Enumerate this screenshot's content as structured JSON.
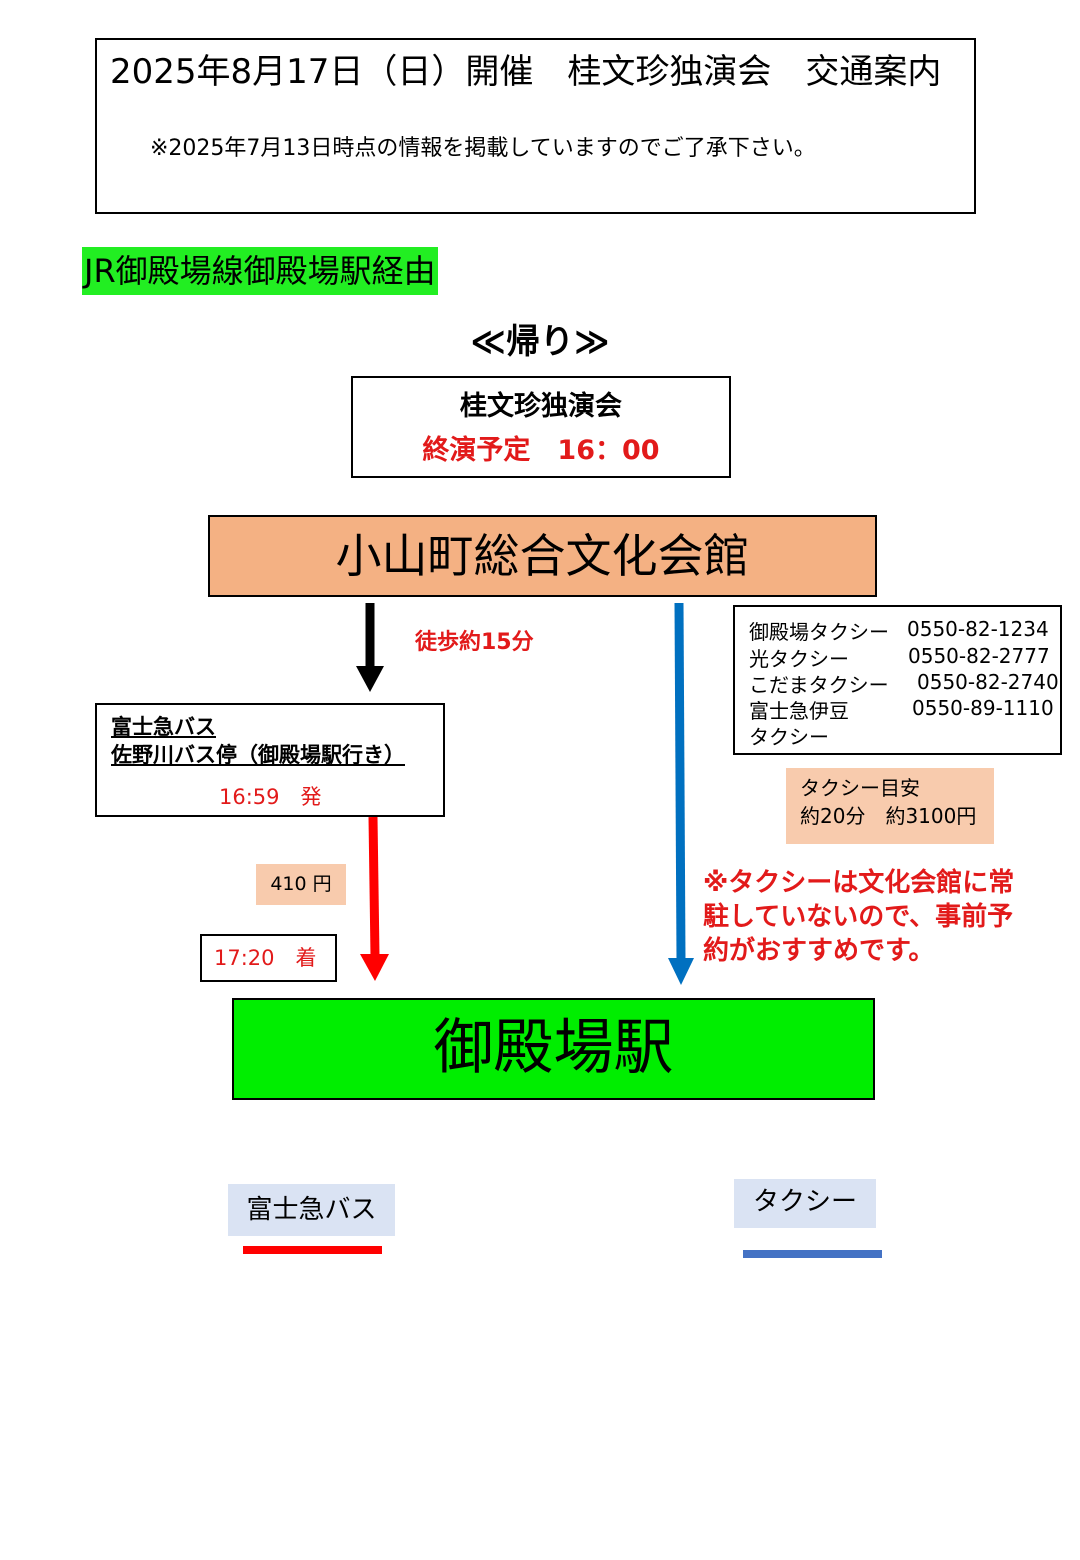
{
  "header": {
    "title": "2025年8月17日（日）開催　桂文珍独演会　交通案内",
    "note": "※2025年7月13日時点の情報を掲載していますのでご了承下さい。"
  },
  "route_label": "JR御殿場線御殿場駅経由",
  "section_heading": "≪帰り≫",
  "event": {
    "name": "桂文珍独演会",
    "end_time": "終演予定　16：00"
  },
  "venue": "小山町総合文化会館",
  "walk": "徒歩約15分",
  "bus": {
    "company": "富士急バス",
    "stop": "佐野川バス停（御殿場駅行き）",
    "depart": "16:59　発",
    "fare": "410 円",
    "arrive": "17:20　着"
  },
  "taxi": {
    "companies": [
      {
        "name": "御殿場タクシー",
        "phone": "0550-82-1234"
      },
      {
        "name": "光タクシー",
        "phone": "0550-82-2777"
      },
      {
        "name": "こだまタクシー",
        "phone": "0550-82-2740"
      },
      {
        "name": "富士急伊豆",
        "phone": "0550-89-1110"
      },
      {
        "name": "タクシー",
        "phone": ""
      }
    ],
    "estimate_title": "タクシー目安",
    "estimate_value": "約20分　約3100円",
    "warning": "※タクシーは文化会館に常駐していないので、事前予約がおすすめです。"
  },
  "station": "御殿場駅",
  "legend": {
    "bus_label": "富士急バス",
    "taxi_label": "タクシー"
  },
  "colors": {
    "route_label_bg": "#22ee22",
    "venue_bg": "#f4b183",
    "station_bg": "#00ee00",
    "highlight_red": "#e21a1a",
    "fare_bg": "#f8cbad",
    "legend_bg": "#dae3f3",
    "bus_line": "#ff0000",
    "taxi_line": "#0070c0",
    "walk_arrow": "#000000"
  }
}
